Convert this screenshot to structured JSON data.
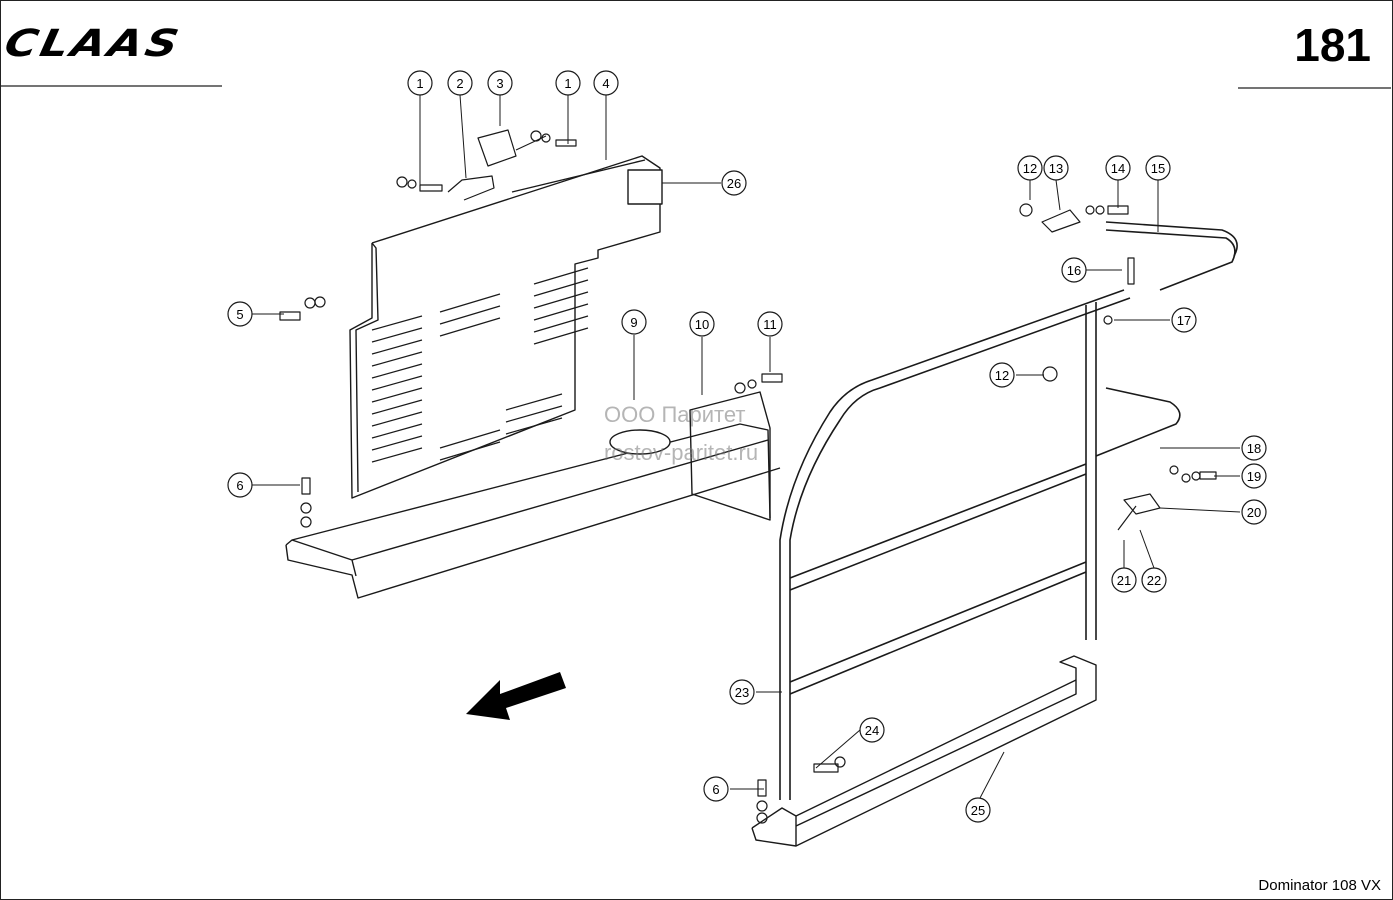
{
  "header": {
    "brand": "CLAAS",
    "page_number": "181"
  },
  "footer": {
    "model": "Dominator 108 VX"
  },
  "watermark": {
    "line1": "ООО Паритет",
    "line2": "rostov-paritet.ru"
  },
  "callouts": [
    "1",
    "2",
    "3",
    "1",
    "4",
    "26",
    "5",
    "6",
    "9",
    "10",
    "11",
    "12",
    "13",
    "14",
    "15",
    "16",
    "17",
    "12",
    "18",
    "19",
    "20",
    "21",
    "22",
    "23",
    "24",
    "6",
    "25"
  ],
  "colors": {
    "line": "#1a1a1a",
    "background": "#ffffff"
  },
  "icons": {
    "direction": "arrow-icon"
  }
}
